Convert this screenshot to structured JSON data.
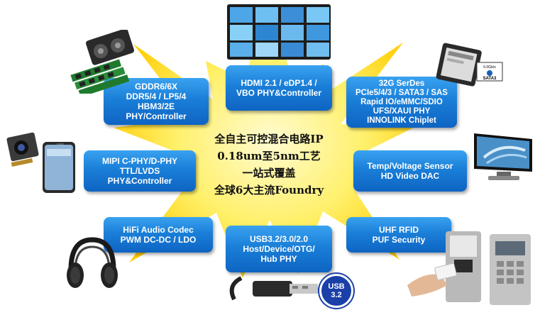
{
  "center": {
    "lines": [
      "全自主可控混合电路IP",
      "0.18um至5nm工艺",
      "一站式覆盖",
      "全球6大主流Foundry"
    ]
  },
  "boxes": {
    "memory": [
      "GDDR6/6X",
      "DDR5/4 / LP5/4",
      "HBM3/2E",
      "PHY/Controller"
    ],
    "hdmi": [
      "HDMI 2.1 / eDP1.4 /",
      "VBO PHY&Controller"
    ],
    "serdes": [
      "32G SerDes",
      "PCIe5/4/3 / SATA3 / SAS",
      "Rapid IO/eMMC/SDIO",
      "UFS/XAUI PHY",
      "INNOLINK Chiplet"
    ],
    "mipi": [
      "MIPI C-PHY/D-PHY",
      "TTL/LVDS",
      "PHY&Controller"
    ],
    "sensor": [
      "Temp/Voltage Sensor",
      "HD Video DAC"
    ],
    "audio": [
      "HiFi Audio Codec",
      "PWM DC-DC / LDO"
    ],
    "usb": [
      "USB3.2/3.0/2.0",
      "Host/Device/OTG/",
      "Hub PHY"
    ],
    "rfid": [
      "UHF RFID",
      "PUF Security"
    ]
  },
  "badges": {
    "usb_top": "USB",
    "usb_bottom": "3.2",
    "ssd_label": "SATA3",
    "ssd_speed": "6.0Gb/s"
  },
  "colors": {
    "box_blue": "#1a7fd8",
    "burst_yellow": "#ffd200",
    "burst_center": "#fff6a8"
  }
}
